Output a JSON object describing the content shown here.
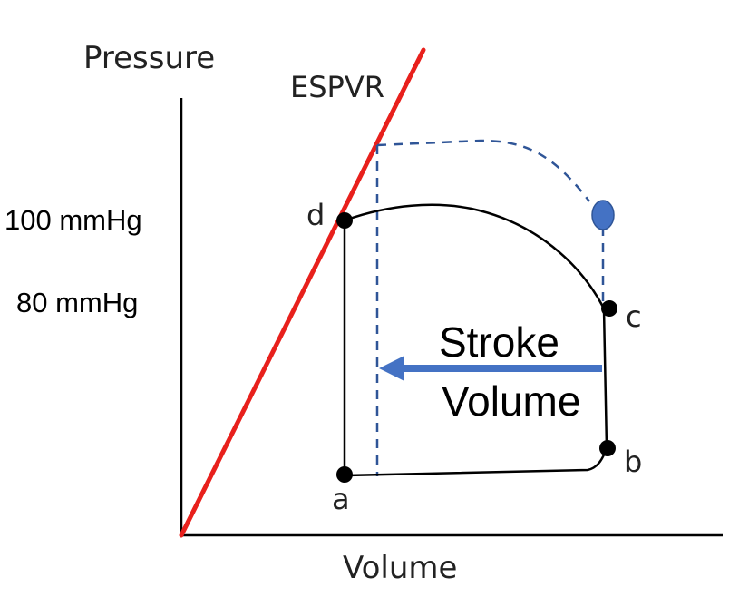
{
  "axes": {
    "y_label": "Pressure",
    "x_label": "Volume"
  },
  "espvr": {
    "label": "ESPVR",
    "color": "#e8201c"
  },
  "pressure_marks": [
    {
      "label": "100 mmHg"
    },
    {
      "label": "80 mmHg"
    }
  ],
  "points": {
    "a": "a",
    "b": "b",
    "c": "c",
    "d": "d"
  },
  "stroke_volume": {
    "line1": "Stroke",
    "line2": "Volume",
    "color": "#4472c4"
  },
  "colors": {
    "loop": "#000000",
    "dashed": "#2f5597",
    "new_point": "#4472c4"
  }
}
